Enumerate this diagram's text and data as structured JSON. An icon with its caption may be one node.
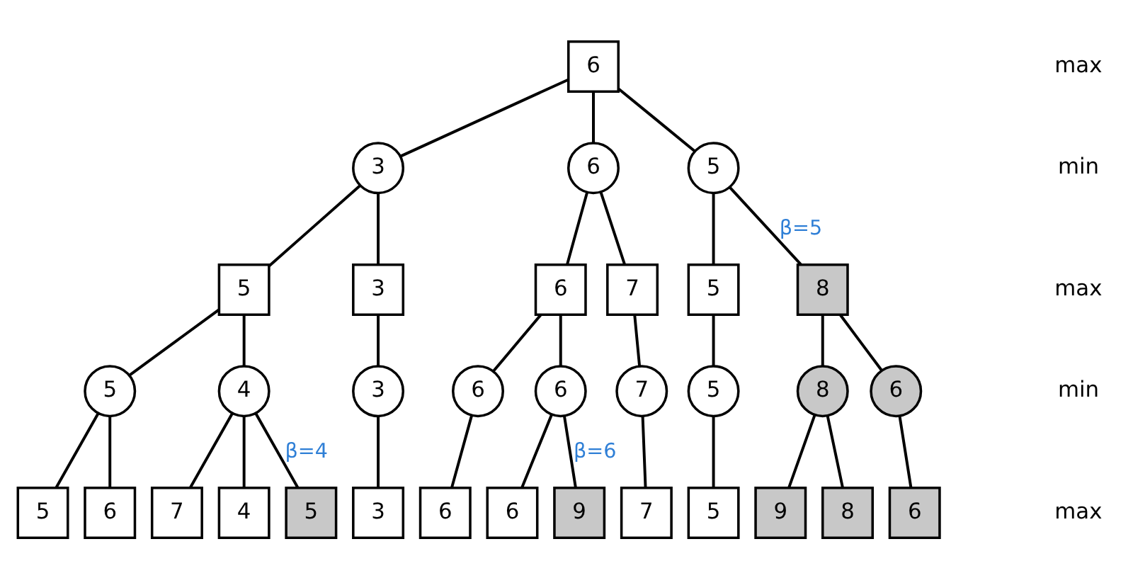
{
  "diagram": {
    "nodes": [
      {
        "text": [
          "6"
        ]
      },
      {
        "text": [
          "3"
        ]
      },
      {
        "text": [
          "6"
        ]
      },
      {
        "text": [
          "5"
        ]
      },
      {
        "text": [
          "5"
        ]
      },
      {
        "text": [
          "3"
        ]
      },
      {
        "text": [
          "6"
        ]
      },
      {
        "text": [
          "7"
        ]
      },
      {
        "text": [
          "5"
        ]
      },
      {
        "text": [
          "8"
        ]
      },
      {
        "text": [
          "5"
        ]
      },
      {
        "text": [
          "4"
        ]
      },
      {
        "text": [
          "3"
        ]
      },
      {
        "text": [
          "6"
        ]
      },
      {
        "text": [
          "6"
        ]
      },
      {
        "text": [
          "7"
        ]
      },
      {
        "text": [
          "5"
        ]
      },
      {
        "text": [
          "8"
        ]
      },
      {
        "text": [
          "6"
        ]
      },
      {
        "text": [
          "5"
        ]
      },
      {
        "text": [
          "6"
        ]
      },
      {
        "text": [
          "7"
        ]
      },
      {
        "text": [
          "4"
        ]
      },
      {
        "text": [
          "5"
        ]
      },
      {
        "text": [
          "3"
        ]
      },
      {
        "text": [
          "6"
        ]
      },
      {
        "text": [
          "6"
        ]
      },
      {
        "text": [
          "9"
        ]
      },
      {
        "text": [
          "7"
        ]
      },
      {
        "text": [
          "5"
        ]
      },
      {
        "text": [
          "9"
        ]
      },
      {
        "text": [
          "8"
        ]
      },
      {
        "text": [
          "6"
        ]
      }
    ],
    "edges": [
      {
        "from": 0,
        "to": 1,
        "arrow": "none"
      },
      {
        "from": 0,
        "to": 2,
        "arrow": "none"
      },
      {
        "from": 0,
        "to": 3,
        "arrow": "none"
      },
      {
        "from": 1,
        "to": 4,
        "arrow": "none"
      },
      {
        "from": 1,
        "to": 5,
        "arrow": "none"
      },
      {
        "from": 2,
        "to": 6,
        "arrow": "none"
      },
      {
        "from": 2,
        "to": 7,
        "arrow": "none"
      },
      {
        "from": 3,
        "to": 8,
        "arrow": "none"
      },
      {
        "from": 3,
        "to": 9,
        "arrow": "none",
        "label": "β=5"
      },
      {
        "from": 4,
        "to": 10,
        "arrow": "none"
      },
      {
        "from": 4,
        "to": 11,
        "arrow": "none"
      },
      {
        "from": 5,
        "to": 12,
        "arrow": "none"
      },
      {
        "from": 6,
        "to": 13,
        "arrow": "none"
      },
      {
        "from": 6,
        "to": 14,
        "arrow": "none"
      },
      {
        "from": 7,
        "to": 15,
        "arrow": "none"
      },
      {
        "from": 8,
        "to": 16,
        "arrow": "none"
      },
      {
        "from": 9,
        "to": 17,
        "arrow": "none"
      },
      {
        "from": 9,
        "to": 18,
        "arrow": "none"
      },
      {
        "from": 10,
        "to": 19,
        "arrow": "none"
      },
      {
        "from": 10,
        "to": 20,
        "arrow": "none"
      },
      {
        "from": 11,
        "to": 21,
        "arrow": "none"
      },
      {
        "from": 11,
        "to": 22,
        "arrow": "none"
      },
      {
        "from": 11,
        "to": 23,
        "arrow": "none",
        "label": "β=4"
      },
      {
        "from": 12,
        "to": 24,
        "arrow": "none"
      },
      {
        "from": 13,
        "to": 25,
        "arrow": "none"
      },
      {
        "from": 14,
        "to": 26,
        "arrow": "none"
      },
      {
        "from": 14,
        "to": 27,
        "arrow": "none",
        "label": "β=6"
      },
      {
        "from": 15,
        "to": 28,
        "arrow": "none"
      },
      {
        "from": 16,
        "to": 29,
        "arrow": "none"
      },
      {
        "from": 17,
        "to": 30,
        "arrow": "none"
      },
      {
        "from": 17,
        "to": 31,
        "arrow": "none"
      },
      {
        "from": 18,
        "to": 32,
        "arrow": "none"
      }
    ],
    "labels": [
      "max",
      "min",
      "max",
      "min",
      "max"
    ]
  }
}
